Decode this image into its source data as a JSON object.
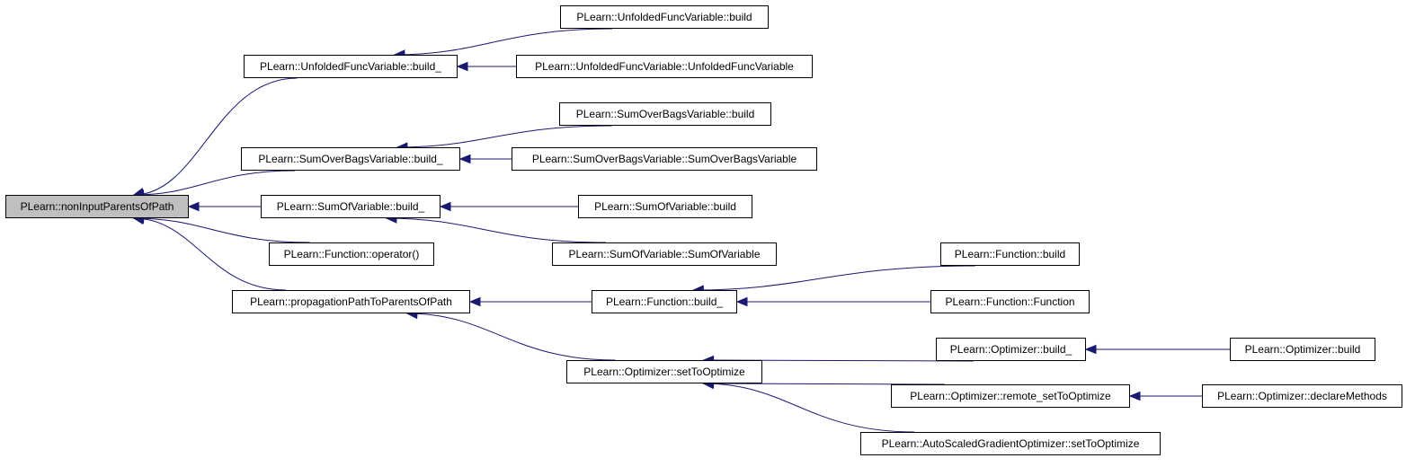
{
  "graph": {
    "edge_color": "#191970",
    "root_fill": "#bfbfbf",
    "nodes": [
      {
        "id": "n0",
        "label": "PLearn::nonInputParentsOfPath",
        "root": true
      },
      {
        "id": "n1",
        "label": "PLearn::UnfoldedFuncVariable::build_"
      },
      {
        "id": "n2",
        "label": "PLearn::UnfoldedFuncVariable::build"
      },
      {
        "id": "n3",
        "label": "PLearn::UnfoldedFuncVariable::UnfoldedFuncVariable"
      },
      {
        "id": "n4",
        "label": "PLearn::SumOverBagsVariable::build_"
      },
      {
        "id": "n5",
        "label": "PLearn::SumOverBagsVariable::build"
      },
      {
        "id": "n6",
        "label": "PLearn::SumOverBagsVariable::SumOverBagsVariable"
      },
      {
        "id": "n7",
        "label": "PLearn::SumOfVariable::build_"
      },
      {
        "id": "n8",
        "label": "PLearn::SumOfVariable::build"
      },
      {
        "id": "n9",
        "label": "PLearn::SumOfVariable::SumOfVariable"
      },
      {
        "id": "n10",
        "label": "PLearn::Function::operator()"
      },
      {
        "id": "n11",
        "label": "PLearn::propagationPathToParentsOfPath"
      },
      {
        "id": "n12",
        "label": "PLearn::Function::build_"
      },
      {
        "id": "n13",
        "label": "PLearn::Function::build"
      },
      {
        "id": "n14",
        "label": "PLearn::Function::Function"
      },
      {
        "id": "n15",
        "label": "PLearn::Optimizer::setToOptimize"
      },
      {
        "id": "n16",
        "label": "PLearn::Optimizer::build_"
      },
      {
        "id": "n17",
        "label": "PLearn::Optimizer::build"
      },
      {
        "id": "n18",
        "label": "PLearn::Optimizer::remote_setToOptimize"
      },
      {
        "id": "n19",
        "label": "PLearn::Optimizer::declareMethods"
      },
      {
        "id": "n20",
        "label": "PLearn::AutoScaledGradientOptimizer::setToOptimize"
      }
    ],
    "edges": [
      {
        "from": "n1",
        "to": "n0"
      },
      {
        "from": "n4",
        "to": "n0"
      },
      {
        "from": "n7",
        "to": "n0"
      },
      {
        "from": "n10",
        "to": "n0"
      },
      {
        "from": "n11",
        "to": "n0"
      },
      {
        "from": "n2",
        "to": "n1"
      },
      {
        "from": "n3",
        "to": "n1"
      },
      {
        "from": "n5",
        "to": "n4"
      },
      {
        "from": "n6",
        "to": "n4"
      },
      {
        "from": "n8",
        "to": "n7"
      },
      {
        "from": "n9",
        "to": "n7"
      },
      {
        "from": "n12",
        "to": "n11"
      },
      {
        "from": "n15",
        "to": "n11"
      },
      {
        "from": "n13",
        "to": "n12"
      },
      {
        "from": "n14",
        "to": "n12"
      },
      {
        "from": "n16",
        "to": "n15"
      },
      {
        "from": "n18",
        "to": "n15"
      },
      {
        "from": "n20",
        "to": "n15"
      },
      {
        "from": "n17",
        "to": "n16"
      },
      {
        "from": "n19",
        "to": "n18"
      }
    ]
  }
}
